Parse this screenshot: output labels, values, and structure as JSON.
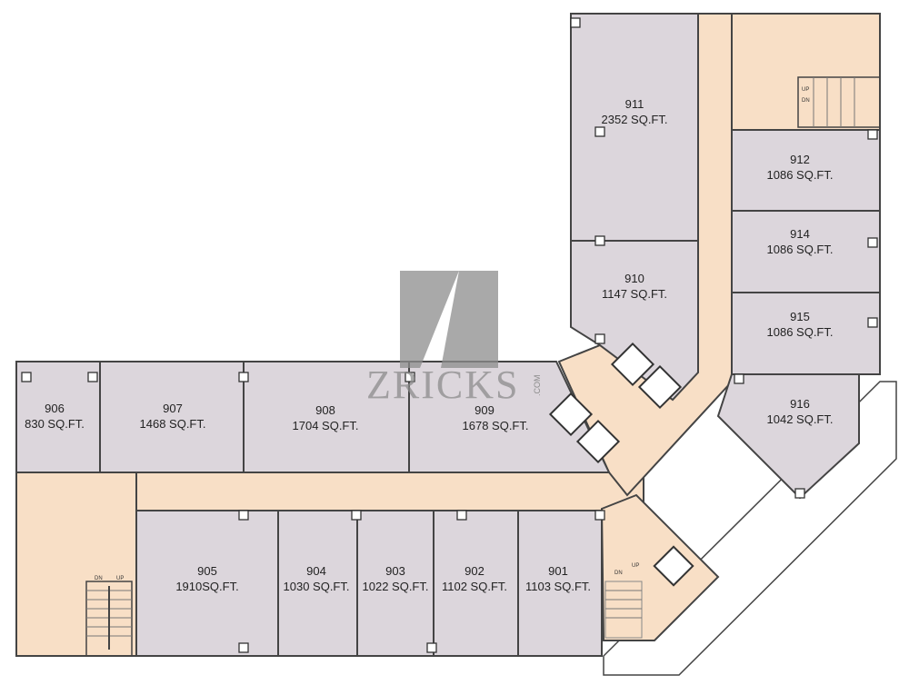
{
  "units": [
    {
      "no": "906",
      "area": "830 SQ.FT."
    },
    {
      "no": "907",
      "area": "1468 SQ.FT."
    },
    {
      "no": "908",
      "area": "1704 SQ.FT."
    },
    {
      "no": "909",
      "area": "1678 SQ.FT."
    },
    {
      "no": "905",
      "area": "1910SQ.FT."
    },
    {
      "no": "904",
      "area": "1030 SQ.FT."
    },
    {
      "no": "903",
      "area": "1022 SQ.FT."
    },
    {
      "no": "902",
      "area": "1102 SQ.FT."
    },
    {
      "no": "901",
      "area": "1103 SQ.FT."
    },
    {
      "no": "911",
      "area": "2352 SQ.FT."
    },
    {
      "no": "910",
      "area": "1147 SQ.FT."
    },
    {
      "no": "912",
      "area": "1086 SQ.FT."
    },
    {
      "no": "914",
      "area": "1086 SQ.FT."
    },
    {
      "no": "915",
      "area": "1086 SQ.FT."
    },
    {
      "no": "916",
      "area": "1042 SQ.FT."
    }
  ],
  "stairs": {
    "up": "UP",
    "down": "DN"
  },
  "watermark": {
    "brand": "ZRICKS",
    "suffix": ".COM"
  },
  "colors": {
    "unit": "#dcd6dc",
    "corridor": "#f8dfc6",
    "wall": "#444444",
    "watermark": "#8c8c8c"
  }
}
